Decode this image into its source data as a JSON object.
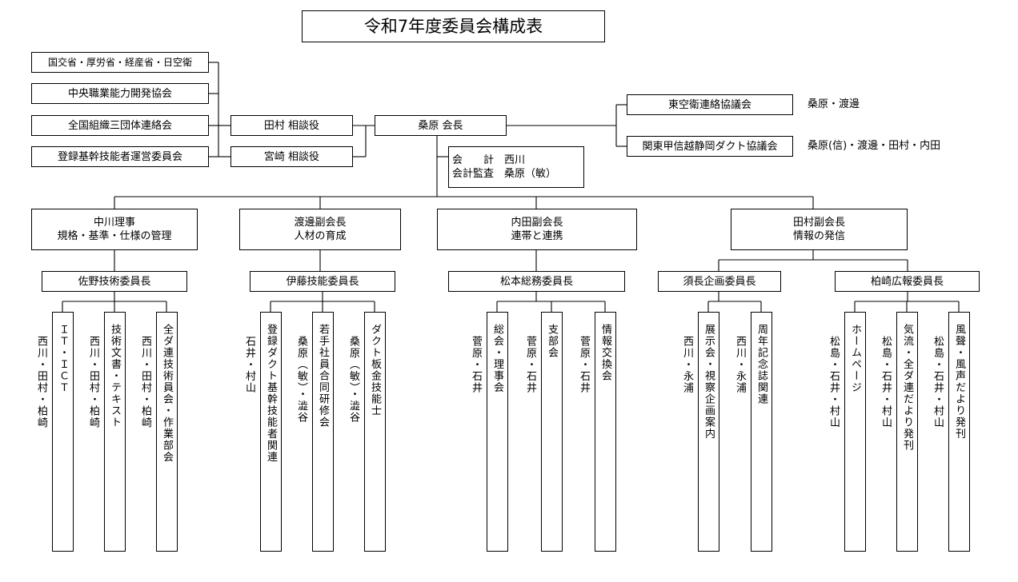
{
  "title": "令和7年度委員会構成表",
  "external": [
    "国交省・厚労省・経産省・日空衛",
    "中央職業能力開発協会",
    "全国組織三団体連絡会",
    "登録基幹技能者運営委員会"
  ],
  "advisors": [
    "田村 相談役",
    "宮崎 相談役"
  ],
  "chairman": "桑原 会長",
  "treasury": [
    "会　　計　西川",
    "会計監査　桑原（敏）"
  ],
  "councils": [
    {
      "name": "東空衛連絡協議会",
      "members": "桑原・渡邊"
    },
    {
      "name": "関東甲信越静岡ダクト協議会",
      "members": "桑原(信)・渡邊・田村・内田"
    }
  ],
  "divisions": [
    {
      "lines": [
        "中川理事",
        "規格・基準・仕様の管理"
      ]
    },
    {
      "lines": [
        "渡邊副会長",
        "人材の育成"
      ]
    },
    {
      "lines": [
        "内田副会長",
        "連帯と連携"
      ]
    },
    {
      "lines": [
        "田村副会長",
        "情報の発信"
      ]
    }
  ],
  "committees": [
    "佐野技術委員長",
    "伊藤技能委員長",
    "松本総務委員長",
    "須長企画委員長",
    "柏崎広報委員長"
  ],
  "subcommittees": [
    {
      "name": "ＩＴ・ＩＣＴ",
      "members": "西川・田村・柏崎"
    },
    {
      "name": "技術文書・テキスト",
      "members": "西川・田村・柏崎"
    },
    {
      "name": "全ダ連技術員会・作業部会",
      "members": "西川・田村・柏崎"
    },
    {
      "name": "登録ダクト基幹技能者関連",
      "members": "石井・村山"
    },
    {
      "name": "若手社員合同研修会",
      "members": "桑原（敏）・澁谷"
    },
    {
      "name": "ダクト板金技能士",
      "members": "桑原（敏）・澁谷"
    },
    {
      "name": "総会・理事会",
      "members": "菅原・石井"
    },
    {
      "name": "支部会",
      "members": "菅原・石井"
    },
    {
      "name": "情報交換会",
      "members": "菅原・石井"
    },
    {
      "name": "展示会・視察企画案内",
      "members": "西川・永浦"
    },
    {
      "name": "周年記念誌関連",
      "members": "西川・永浦"
    },
    {
      "name": "ホームページ",
      "members": "松島・石井・村山"
    },
    {
      "name": "気流・全ダ連だより発刊",
      "members": "松島・石井・村山"
    },
    {
      "name": "風聲・風声だより発刊",
      "members": "松島・石井・村山"
    }
  ]
}
